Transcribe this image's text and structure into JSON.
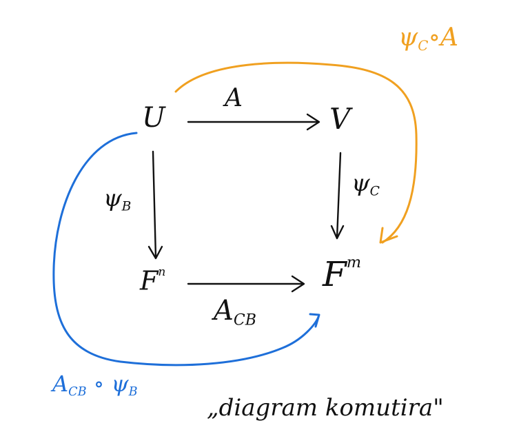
{
  "diagram": {
    "nodes": {
      "U": "U",
      "V": "V",
      "Fn": {
        "base": "F",
        "exp": "n"
      },
      "Fm": {
        "base": "F",
        "exp": "m"
      }
    },
    "edges": {
      "A": "A",
      "psi_C": {
        "sym": "ψ",
        "sub": "C"
      },
      "psi_B": {
        "sym": "ψ",
        "sub": "B"
      },
      "A_CB": {
        "base": "A",
        "sub": "CB"
      }
    },
    "compositions": {
      "orange": {
        "text": "ψ",
        "sub": "C",
        "rest": "∘A"
      },
      "blue": {
        "text": "A",
        "sub": "CB",
        "mid": " ∘ ψ",
        "sub2": "B"
      }
    },
    "caption": "„diagram komutira\""
  },
  "colors": {
    "ink": "#111111",
    "orange": "#f0a020",
    "blue": "#1e6fd9"
  }
}
